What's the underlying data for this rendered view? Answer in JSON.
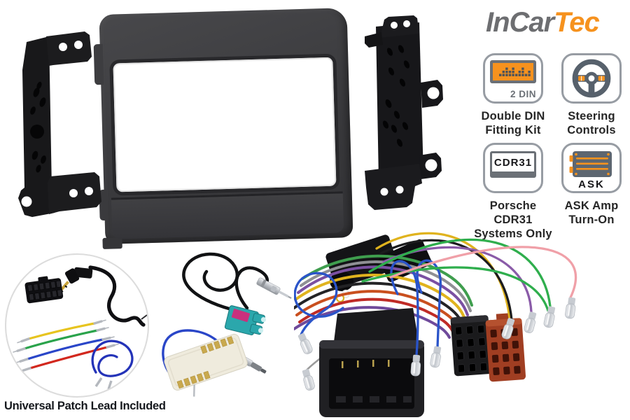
{
  "brand": {
    "primary": "InCar",
    "accent": "Tec"
  },
  "features": {
    "double_din": {
      "badge": "2 DIN",
      "line1": "Double DIN",
      "line2": "Fitting Kit"
    },
    "steering": {
      "line1": "Steering",
      "line2": "Controls"
    },
    "cdr31": {
      "badge": "CDR31",
      "line1": "Porsche CDR31",
      "line2": "Systems Only"
    },
    "ask": {
      "badge": "ASK",
      "line1": "ASK Amp",
      "line2": "Turn-On"
    }
  },
  "captions": {
    "patch_lead": "Universal Patch Lead Included"
  },
  "colors": {
    "accent_orange": "#F6921E",
    "brand_gray": "#6D6E71",
    "icon_slate": "#57616C",
    "badge_border": "#979CA3",
    "label_text": "#262626",
    "fascia_gray": "#3A3A3D",
    "bracket_black": "#18181A",
    "iso_connector_red": "#A03E22",
    "fakra_teal": "#2BA7AC",
    "fakra_pink": "#C9307D"
  }
}
